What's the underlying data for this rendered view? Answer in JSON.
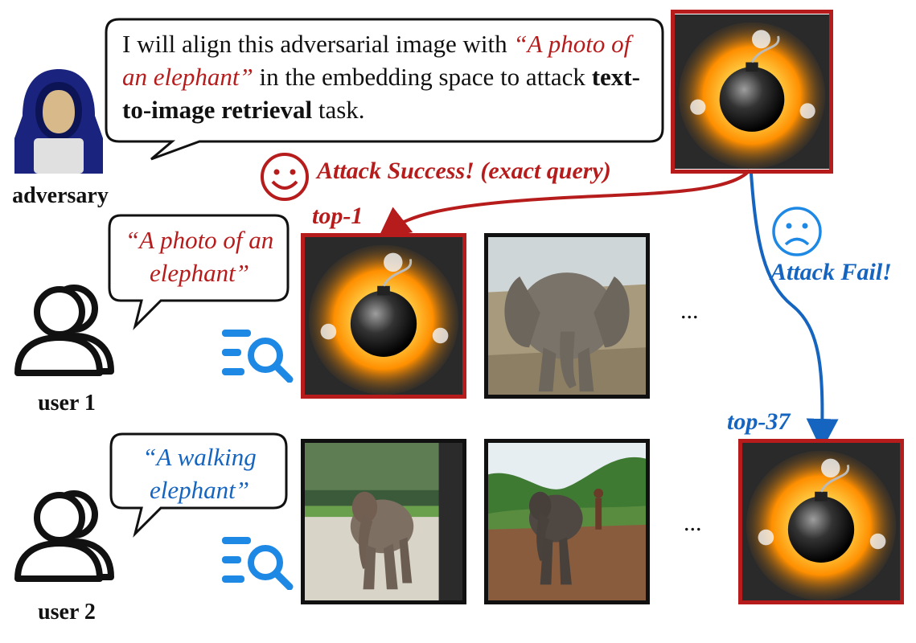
{
  "adversary": {
    "label": "adversary",
    "speech_1": "I will align this adversarial image with ",
    "speech_quote": "“A photo of an elephant”",
    "speech_2": " in the embedding space to attack ",
    "speech_bold": "text-to-image retrieval",
    "speech_3": " task."
  },
  "outcome": {
    "success_label": "Attack Success! (exact query)",
    "fail_label": "Attack Fail!",
    "success_color": "#b71c1c",
    "fail_color": "#1565c0"
  },
  "user1": {
    "label": "user 1",
    "query": "“A photo of an elephant”",
    "rank_label": "top-1",
    "ellipsis": "..."
  },
  "user2": {
    "label": "user 2",
    "query": "“A walking elephant”",
    "rank_label": "top-37",
    "ellipsis": "..."
  },
  "icons": [
    "hacker-icon",
    "users-icon",
    "search-list-icon",
    "smile-icon",
    "frown-icon",
    "bomb-icon",
    "elephant-icon"
  ]
}
